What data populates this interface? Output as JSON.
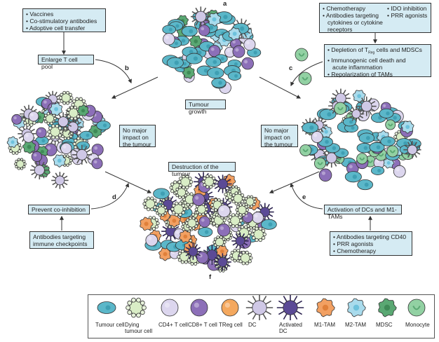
{
  "panel_letters": {
    "a": "a",
    "b": "b",
    "c": "c",
    "d": "d",
    "e": "e",
    "f": "f"
  },
  "boxes": {
    "t_cell_therapies": [
      "Vaccines",
      "Co-stimulatory antibodies",
      "Adoptive cell transfer"
    ],
    "enlarge_pool": "Enlarge T cell pool",
    "tumour_growth": "Tumour growth",
    "myeloid_therapies_col1": [
      "Chemotherapy",
      "Antibodies targeting",
      "cytokines or cytokine",
      "receptors"
    ],
    "myeloid_therapies_col2": [
      "IDO inhibition",
      "PRR agonists"
    ],
    "myeloid_effects": [
      "Depletion of T",
      "Reg",
      " cells and MDSCs",
      "Immunogenic cell death and",
      "acute inflammation",
      "Repolarization of TAMs"
    ],
    "no_impact_left": "No major impact on the tumour",
    "no_impact_right": "No major impact on the tumour",
    "destruction": "Destruction of the tumour",
    "prevent_coinhibition": "Prevent co-inhibition",
    "checkpoint_antibodies": "Antibodies targeting immune checkpoints",
    "activation": "Activation of DCs and M1-TAMs",
    "activation_therapies": [
      "Antibodies targeting CD40",
      "PRR agonists",
      "Chemotherapy"
    ]
  },
  "legend": [
    {
      "label": "Tumour cell",
      "type": "tumour",
      "color": "#5bb7c9"
    },
    {
      "label": "Dying tumour cell",
      "type": "dying",
      "color": "#d9edc6"
    },
    {
      "label": "CD4+ T cell",
      "type": "cd4",
      "color": "#dcd6ee"
    },
    {
      "label": "CD8+ T cell",
      "type": "cd8",
      "color": "#8c6fb8"
    },
    {
      "label": "TReg cell",
      "type": "treg",
      "color": "#f4a85e"
    },
    {
      "label": "DC",
      "type": "dc",
      "color": "#cfc8e6"
    },
    {
      "label": "Activated DC",
      "type": "adc",
      "color": "#5b4a96"
    },
    {
      "label": "M1-TAM",
      "type": "m1",
      "color": "#f2a062"
    },
    {
      "label": "M2-TAM",
      "type": "m2",
      "color": "#a9dbec"
    },
    {
      "label": "MDSC",
      "type": "mdsc",
      "color": "#5aa873"
    },
    {
      "label": "Monocyte",
      "type": "mono",
      "color": "#92d1a3"
    }
  ]
}
